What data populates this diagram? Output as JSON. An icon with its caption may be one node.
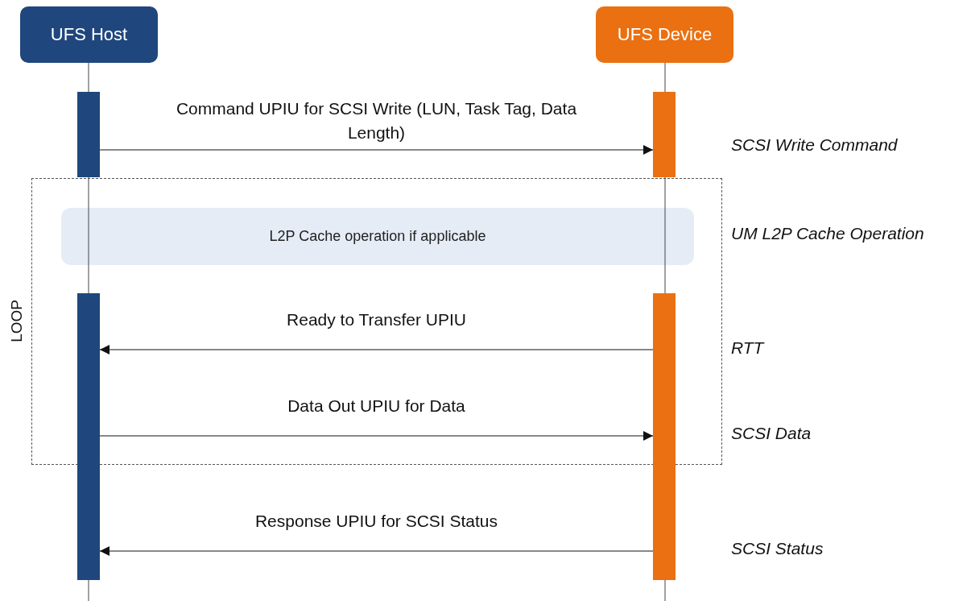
{
  "diagram": {
    "nodes": [
      {
        "text": [
          "UFS Host"
        ]
      },
      {
        "text": [
          "UFS Device"
        ]
      },
      {
        "text": [],
        "shape": "bar"
      },
      {
        "text": [],
        "shape": "bar"
      },
      {
        "text": [
          "LOOP"
        ]
      },
      {
        "text": [
          "L2P Cache operation if applicable"
        ],
        "in": 4
      },
      {
        "text": [],
        "shape": "bar"
      },
      {
        "text": [],
        "shape": "bar"
      }
    ],
    "edges": [
      {
        "from": 2,
        "to": 3,
        "arrow": "to",
        "label": "Command UPIU for SCSI Write (LUN, Task Tag, Data Length)"
      },
      {
        "from": 7,
        "to": 6,
        "arrow": "to",
        "label": "Ready to Transfer UPIU"
      },
      {
        "from": 6,
        "to": 7,
        "arrow": "to",
        "label": "Data Out UPIU for Data"
      },
      {
        "from": 7,
        "to": 6,
        "arrow": "to",
        "label": "Response UPIU for SCSI Status"
      }
    ],
    "labels": [
      "SCSI Write Command",
      "UM L2P Cache Operation",
      "RTT",
      "SCSI Data",
      "SCSI Status"
    ]
  }
}
